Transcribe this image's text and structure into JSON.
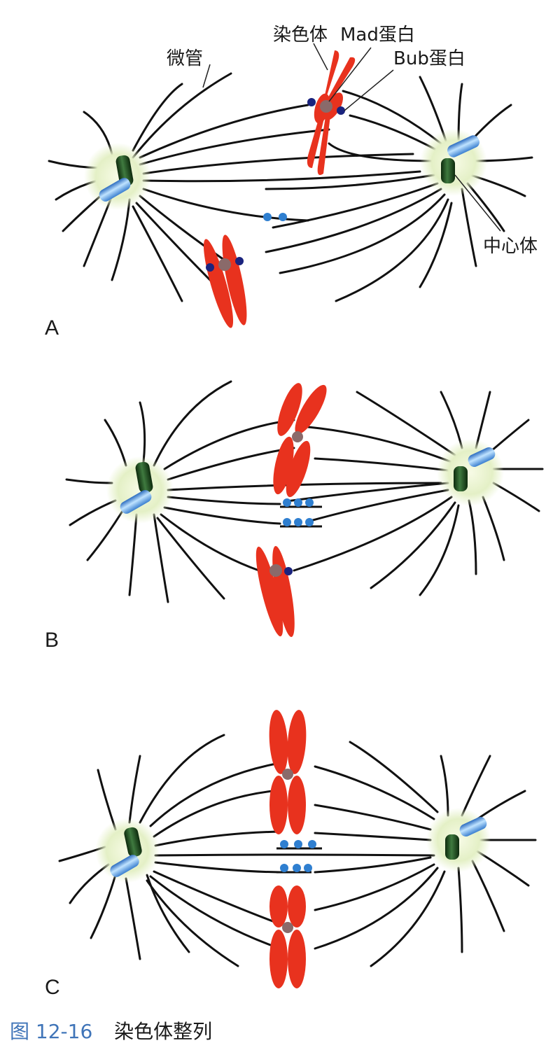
{
  "labels": {
    "microtubule": "微管",
    "chromosome": "染色体",
    "mad": "Mad蛋白",
    "bub": "Bub蛋白",
    "centrosome": "中心体"
  },
  "panels": [
    {
      "letter": "A"
    },
    {
      "letter": "B"
    },
    {
      "letter": "C"
    }
  ],
  "caption": {
    "number": "图 12-16",
    "title": "染色体整列"
  },
  "colors": {
    "chromosome": "#e8321e",
    "centromere": "#8a6a6a",
    "mad_bub_protein": "#1a237e",
    "centriole_dark": "#1e4d1e",
    "centriole_light": "#6fb3e8",
    "centrosome_glow": "#dfeebd",
    "microtubule": "#111111",
    "protein_on_mt": "#2f7fd0"
  }
}
